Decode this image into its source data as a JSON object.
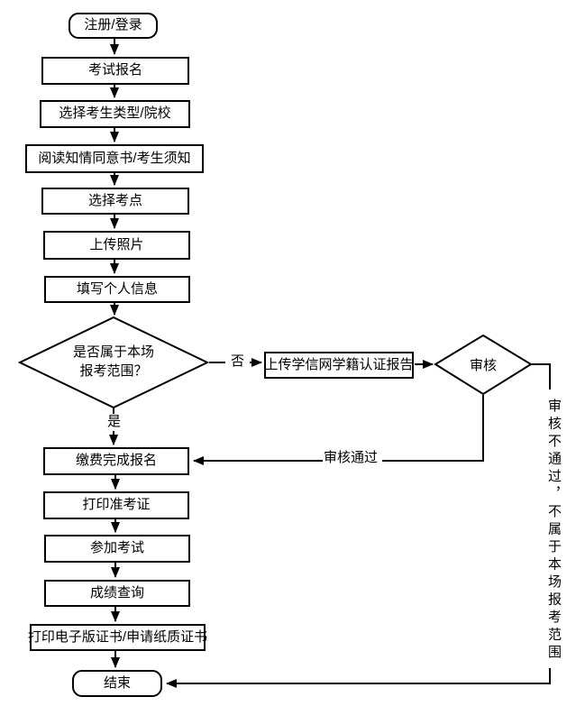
{
  "flowchart": {
    "background": "#ffffff",
    "line_color": "#000000",
    "nodes": {
      "start": "注册/登录",
      "exam_register": "考试报名",
      "select_type": "选择考生类型/院校",
      "read_notice": "阅读知情同意书/考生须知",
      "select_site": "选择考点",
      "upload_photo": "上传照片",
      "fill_info": "填写个人信息",
      "scope_decision": {
        "line1": "是否属于本场",
        "line2": "报考范围？"
      },
      "upload_report": "上传学信网学籍认证报告",
      "review_decision": "审核",
      "pay": "缴费完成报名",
      "print_ticket": "打印准考证",
      "take_exam": "参加考试",
      "score_query": "成绩查询",
      "print_cert": "打印电子版证书/申请纸质证书",
      "end": "结束"
    },
    "edge_labels": {
      "no": "否",
      "yes": "是",
      "review_passed": "审核通过",
      "review_failed": "审核不通过，不属于本场报考范围"
    }
  }
}
